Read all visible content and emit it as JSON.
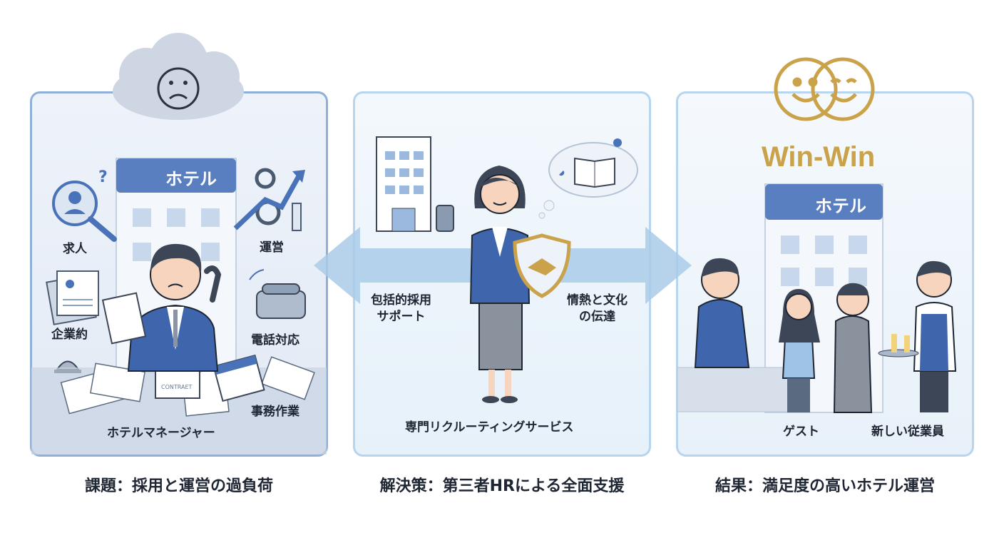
{
  "left_panel": {
    "hotel_sign": "ホテル",
    "labels": [
      "求人",
      "運営",
      "企業約",
      "電話対応",
      "事務作業",
      "ホテルマネージャー"
    ],
    "document_text": "CONTRAET",
    "caption": "課題：採用と運営の過負荷",
    "icons": [
      "sad-face-cloud-icon",
      "search-person-icon",
      "gear-arrow-icon",
      "resume-icon",
      "phone-icon",
      "bell-icon",
      "calendar-icon"
    ]
  },
  "middle_panel": {
    "labels": [
      "包括的採用\nサポート",
      "情熱と文化\nの伝達",
      "専門リクルーティングサービス"
    ],
    "caption": "解決策：第三者HRによる全面支援",
    "icons": [
      "building-icon",
      "suitcase-icon",
      "book-thought-icon",
      "handshake-shield-icon"
    ]
  },
  "right_panel": {
    "logo_text": "Win-Win",
    "hotel_sign": "ホテル",
    "labels": [
      "ゲスト",
      "新しい従業員"
    ],
    "caption": "結果：満足度の高いホテル運営"
  },
  "colors": {
    "primary_blue": "#4a72b8",
    "gold": "#c9a24a",
    "panel_border": "#9cbde0",
    "arrow": "#a9cbe8"
  }
}
